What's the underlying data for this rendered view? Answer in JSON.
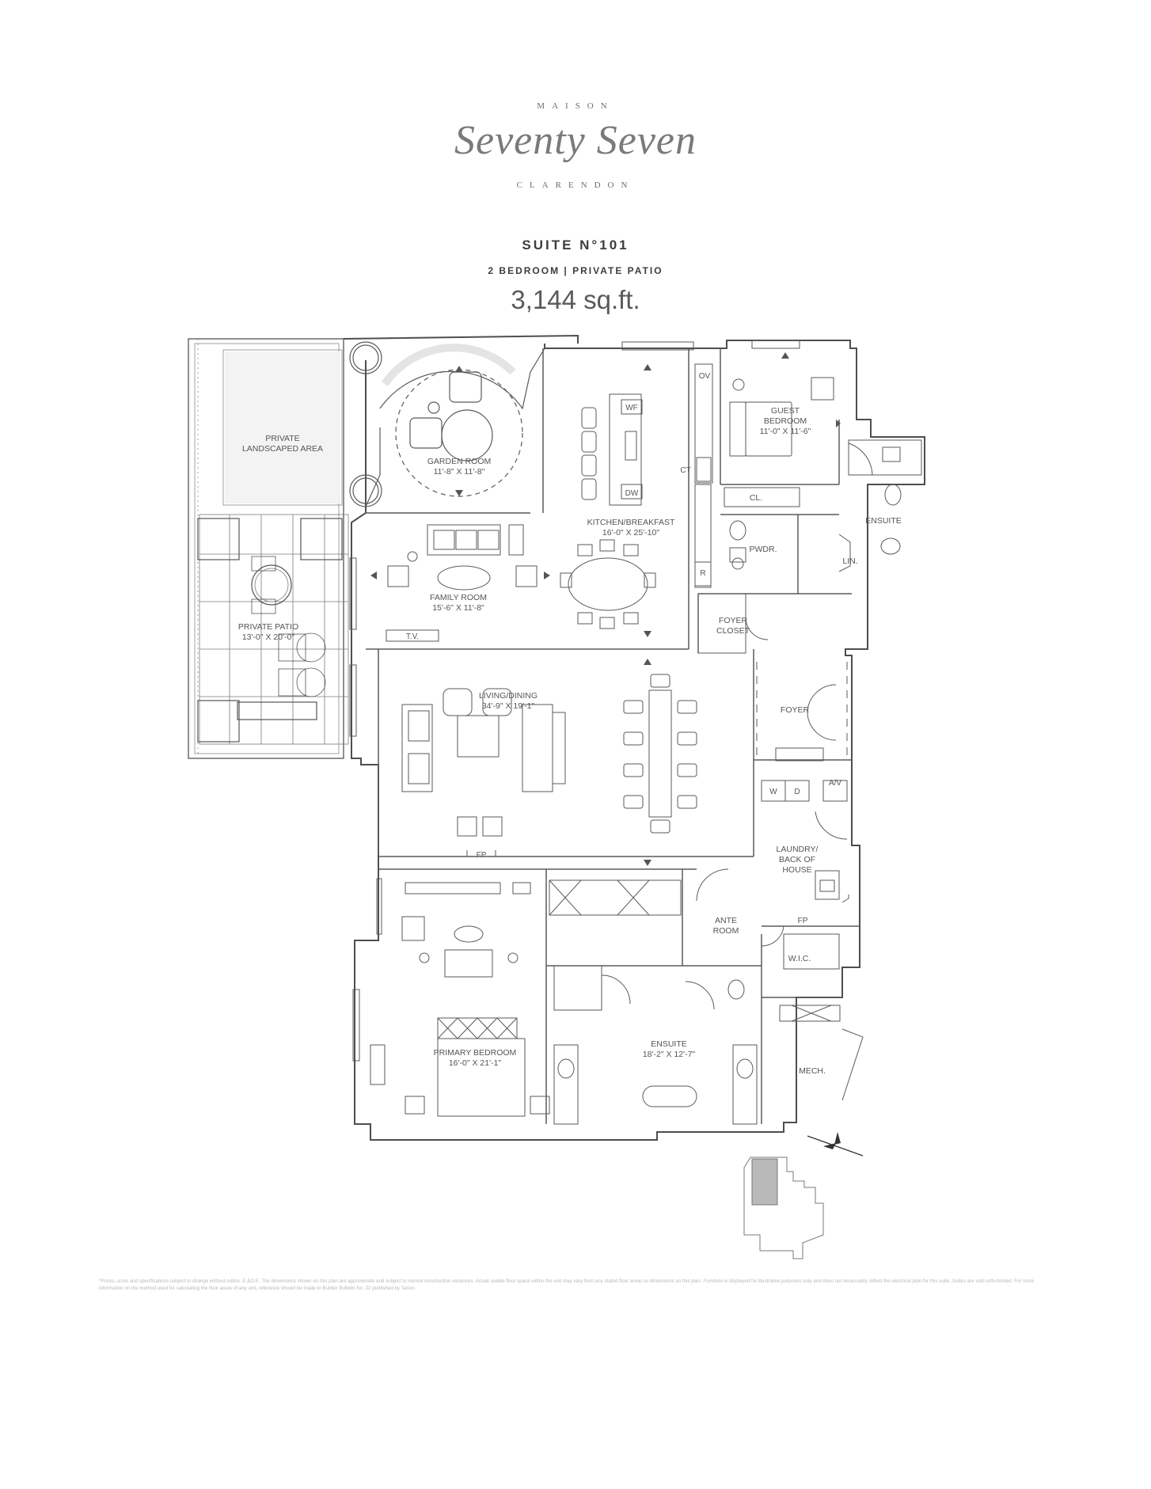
{
  "brand": {
    "top": "MAISON",
    "script": "Seventy Seven",
    "bottom": "CLARENDON"
  },
  "suite": {
    "title": "SUITE N°101",
    "subtitle": "2 BEDROOM  |  PRIVATE PATIO",
    "area": "3,144 sq.ft."
  },
  "rooms": {
    "private_landscaped": [
      "PRIVATE",
      "LANDSCAPED AREA"
    ],
    "garden_room": [
      "GARDEN ROOM",
      "11'-8\" X 11'-8\""
    ],
    "kitchen": [
      "KITCHEN/BREAKFAST",
      "16'-0\" X 25'-10\""
    ],
    "guest_bedroom": [
      "GUEST",
      "BEDROOM",
      "11'-0\" X 11'-6\""
    ],
    "ensuite_top": [
      "ENSUITE"
    ],
    "family_room": [
      "FAMILY ROOM",
      "15'-6\" X 11'-8\""
    ],
    "private_patio": [
      "PRIVATE PATIO",
      "13'-0\" X 20'-0\""
    ],
    "living_dining": [
      "LIVING/DINING",
      "34'-9\" X 19'-1\""
    ],
    "foyer": [
      "FOYER"
    ],
    "foyer_closet": [
      "FOYER",
      "CLOSET"
    ],
    "pwdr": [
      "PWDR."
    ],
    "lin": [
      "LIN."
    ],
    "cl": [
      "CL."
    ],
    "laundry": [
      "LAUNDRY/",
      "BACK OF",
      "HOUSE"
    ],
    "ante_room": [
      "ANTE",
      "ROOM"
    ],
    "wic": [
      "W.I.C."
    ],
    "mech": [
      "MECH."
    ],
    "primary_bedroom": [
      "PRIMARY BEDROOM",
      "16'-0\" X 21'-1\""
    ],
    "ensuite_primary": [
      "ENSUITE",
      "18'-2\" X 12'-7\""
    ]
  },
  "fixtures": {
    "wf": "WF",
    "dw": "DW",
    "ov": "OV",
    "ct": "CT",
    "r": "R",
    "tv": "T.V.",
    "fp_living": "FP",
    "fp_laundry": "FP",
    "w": "W",
    "d": "D",
    "av": "A/V"
  },
  "disclaimer": "*Prices, sizes and specifications subject to change without notice. E.&O.E. The dimensions shown on this plan are approximate and subject to normal construction variances. Actual usable floor space within the unit may vary from any stated floor areas or dimensions on this plan. Furniture is displayed for illustrative purposes only and does not necessarily reflect the electrical plan for this suite. Suites are sold unfurnished. For more information on the method used for calculating the floor areas of any unit, reference should be made to Builder Bulletin No. 22 published by Tarion.",
  "colors": {
    "line": "#5a5a5a",
    "highlight": "#b9b9b9"
  }
}
